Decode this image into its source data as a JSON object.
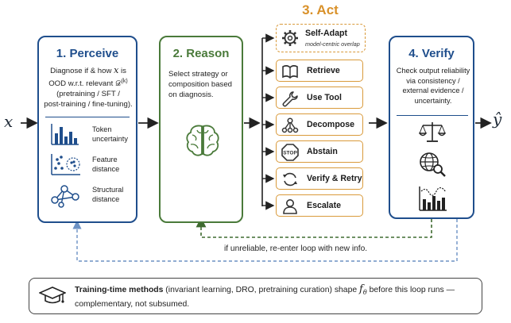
{
  "input_symbol": "x",
  "output_symbol": "ŷ",
  "act_heading": "3. Act",
  "perceive": {
    "title": "1. Perceive",
    "desc_line1": "Diagnose if & how",
    "desc_line1_var": "x",
    "desc_line1_end": "is",
    "desc_line2": "OOD w.r.t. relevant",
    "desc_line2_math": "𝒟",
    "desc_line2_sup": "(k)",
    "desc_line3": "(pretraining / SFT /",
    "desc_line4": "post-training / fine-tuning).",
    "items": [
      {
        "label_line1": "Token",
        "label_line2": "uncertainty",
        "icon": "bar-chart-icon"
      },
      {
        "label_line1": "Feature",
        "label_line2": "distance",
        "icon": "scatter-cluster-icon"
      },
      {
        "label_line1": "Structural",
        "label_line2": "distance",
        "icon": "graph-network-icon"
      }
    ]
  },
  "reason": {
    "title": "2. Reason",
    "desc_line1": "Select strategy or",
    "desc_line2": "composition based",
    "desc_line3": "on diagnosis.",
    "icon": "brain-icon"
  },
  "act": {
    "self_adapt": {
      "label": "Self-Adapt",
      "note": "model-centric overlap",
      "icon": "gear-icon"
    },
    "items": [
      {
        "label": "Retrieve",
        "icon": "book-icon"
      },
      {
        "label": "Use Tool",
        "icon": "wrench-icon"
      },
      {
        "label": "Decompose",
        "icon": "tree-nodes-icon"
      },
      {
        "label": "Abstain",
        "icon": "stop-sign-icon"
      },
      {
        "label": "Verify & Retry",
        "icon": "refresh-icon"
      },
      {
        "label": "Escalate",
        "icon": "person-icon"
      }
    ],
    "stop_text": "STOP"
  },
  "verify": {
    "title": "4. Verify",
    "desc_line1": "Check output reliability",
    "desc_line2": "via consistency /",
    "desc_line3": "external evidence /",
    "desc_line4": "uncertainty.",
    "icons": [
      "scales-icon",
      "globe-search-icon",
      "uncertainty-chart-icon"
    ]
  },
  "loop_text": "if unreliable, re-enter loop with new info.",
  "bottom": {
    "bold": "Training-time methods",
    "text1": " (invariant learning, DRO, pretraining curation) shape ",
    "math": "f",
    "math_sub": "θ",
    "text2": " before this loop runs —",
    "line2": "complementary, not subsumed.",
    "icon": "graduation-cap-icon"
  },
  "colors": {
    "perceive_border": "#1f4e8c",
    "reason_border": "#4a7a3a",
    "act_accent": "#d99a3b",
    "verify_border": "#1f4e8c",
    "loop_green": "#3f6b30",
    "loop_blue": "#6d92c4"
  }
}
